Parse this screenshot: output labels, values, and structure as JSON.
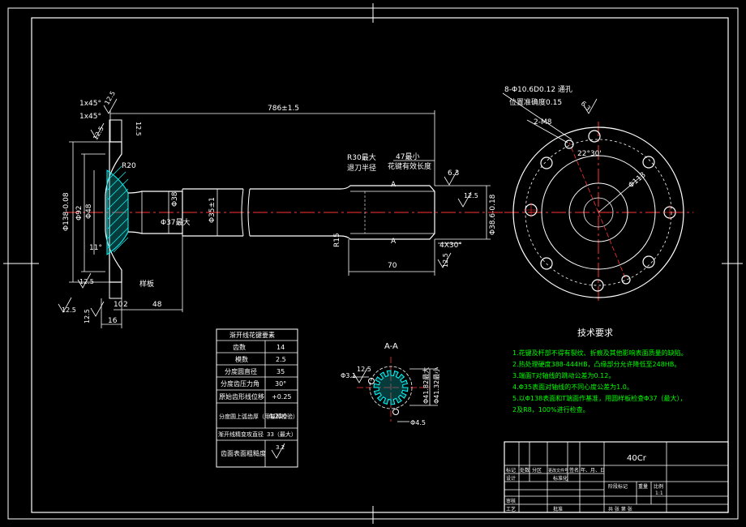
{
  "drawing": {
    "main_view": {
      "overall_length": "786±1.5",
      "chamfer_1": "1x45°",
      "chamfer_2": "1x45°",
      "rough_top": "12.5",
      "rough_flange": "12.5",
      "rough_mid": "12.5",
      "fillet_r20": "R20",
      "dia_138": "Φ138-0.08",
      "dia_92": "Φ92",
      "dia_48": "Φ48",
      "dia_38": "Φ38",
      "dia_37_max": "Φ37最大",
      "dia_35": "Φ35±1",
      "angle_11": "11°",
      "dim_10": "10",
      "dim_2": "2",
      "dim_48": "48",
      "dim_16": "16",
      "rough_left1": "12.5",
      "rough_left2": "12.5",
      "rough_left3": "12.5",
      "sample_plate": "样板",
      "r30_max": "R30最大",
      "relief_radius": "退刀半径",
      "len_47_min": "47最小",
      "spline_eff_len": "花键有效长度",
      "section_mark_a": "A",
      "rough_6_3": "6.3",
      "rough_right": "12.5",
      "chamfer_4x30": "4X30°",
      "dim_70": "70",
      "r15": "R15",
      "dia_spline": "Φ38.6-0.18",
      "rough_bottom": "12.5"
    },
    "flange_view": {
      "holes_note": "8-Φ10.6D0.12 通孔",
      "position_tol": "位置准确度0.15",
      "thread_2m8": "2-M8",
      "angle": "22°30'",
      "pcd": "Φ118",
      "rough": "6.3"
    },
    "section_aa": {
      "label": "A-A",
      "dia_3_1": "Φ3.1",
      "rough": "12.5",
      "meas_1": "Φ41.82最大",
      "meas_2": "Φ41.32最小",
      "dia_4_5": "Φ4.5"
    },
    "spline_table": {
      "title": "渐开线花键要素",
      "rows": [
        {
          "label": "齿数",
          "value": "14"
        },
        {
          "label": "模数",
          "value": "2.5"
        },
        {
          "label": "分度圆直径",
          "value": "35"
        },
        {
          "label": "分度齿压力角",
          "value": "30°"
        },
        {
          "label": "原始齿形线位移",
          "value": "+0.25"
        },
        {
          "label": "分度圆上弧齿厚（用量棒检验）",
          "value": "4.210"
        },
        {
          "label": "渐开线精变攻直径",
          "value": "33（最大）"
        },
        {
          "label": "齿面表面粗糙度",
          "value": "3.2"
        }
      ]
    },
    "tech_requirements": {
      "title": "技术要求",
      "items": [
        "1.花键及杆部不得有裂纹、折痕及其他影响表面质量的缺陷。",
        "2.热处理硬度388-444HB，凸缘部分允许降低至248HB。",
        "3.端面T对轴线的跳动公差为0.12。",
        "4.Φ35表面对轴线的不同心度公差为1.0。",
        "5.以Φ138表面和T端面作基准，用圆样板检查Φ37（最大），",
        "2及R8，100%进行检查。"
      ]
    },
    "title_block": {
      "material": "40Cr",
      "row_labels": [
        "标记",
        "处数",
        "分区",
        "更改文件号",
        "签名",
        "年、月、日"
      ],
      "design": "设计",
      "standardize": "标准化",
      "stage_mark": "阶段标记",
      "weight": "重量",
      "scale_label": "比例",
      "scale": "1:1",
      "review": "审核",
      "process": "工艺",
      "approve": "批准",
      "sheets": "共  张  第  张"
    }
  }
}
